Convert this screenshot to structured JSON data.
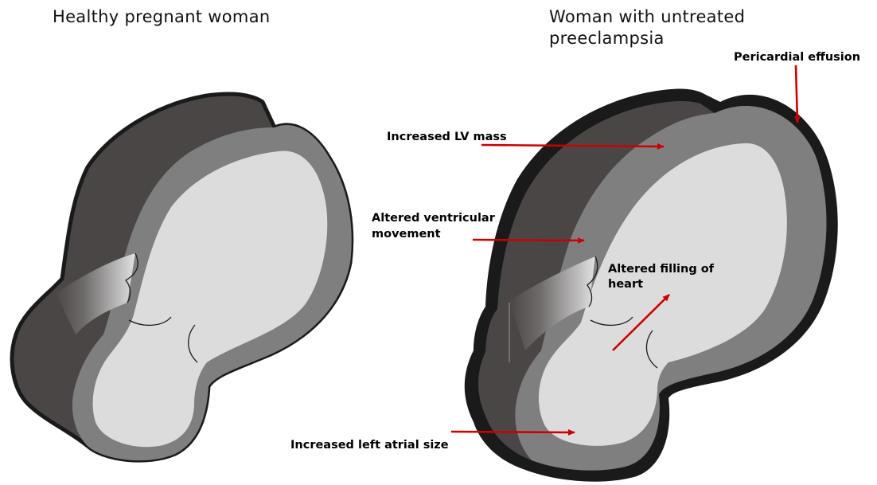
{
  "titles": {
    "left": "Healthy pregnant woman",
    "right_line1": "Woman with untreated",
    "right_line2": "preeclampsia"
  },
  "annotations": {
    "pericardial_effusion": "Pericardial effusion",
    "increased_lv_mass": "Increased LV mass",
    "altered_ventricular_line1": "Altered ventricular",
    "altered_ventricular_line2": "movement",
    "altered_filling_line1": "Altered filling of",
    "altered_filling_line2": "heart",
    "increased_left_atrial": "Increased left atrial size"
  },
  "colors": {
    "arrow": "#cc0000",
    "outline": "#1a1a1a",
    "outer_wall": "#4a4646",
    "myocardium": "#7f7f7f",
    "cavity": "#dcdcdc"
  }
}
